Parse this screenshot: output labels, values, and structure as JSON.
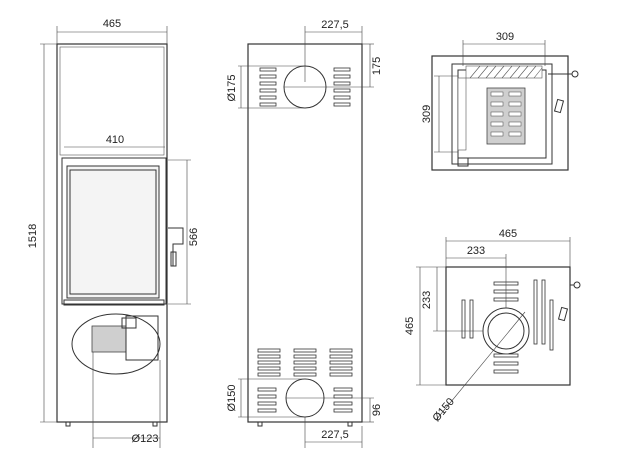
{
  "front_view": {
    "width_label": "465",
    "height_label": "1518",
    "door_width_label": "410",
    "door_height_label": "566",
    "pipe_diameter_label": "Ø123"
  },
  "back_view": {
    "top_offset_label": "227,5",
    "top_pipe_diameter_label": "Ø175",
    "top_pipe_height_label": "175",
    "bottom_pipe_diameter_label": "Ø150",
    "bottom_pipe_height_label": "96",
    "bottom_offset_label": "227,5"
  },
  "top_section_view": {
    "width_label": "309",
    "depth_label": "309"
  },
  "plan_view": {
    "width_label": "465",
    "offset_x_label": "233",
    "offset_y_label": "233",
    "depth_label": "465",
    "pipe_diameter_label": "Ø150"
  }
}
